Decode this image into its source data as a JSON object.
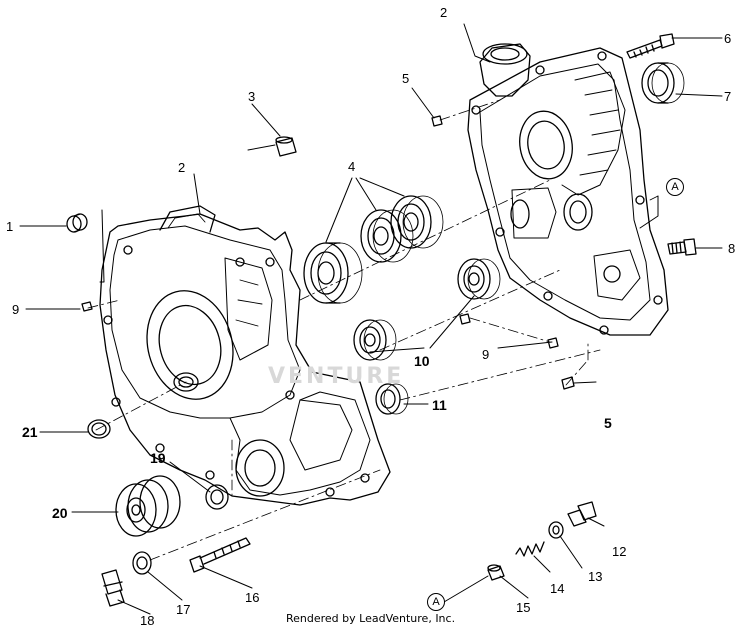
{
  "diagram": {
    "callouts": [
      {
        "id": "c1",
        "text": "1"
      },
      {
        "id": "c2a",
        "text": "2"
      },
      {
        "id": "c2b",
        "text": "2"
      },
      {
        "id": "c3",
        "text": "3"
      },
      {
        "id": "c4",
        "text": "4"
      },
      {
        "id": "c5a",
        "text": "5"
      },
      {
        "id": "c5b",
        "text": "5"
      },
      {
        "id": "c6",
        "text": "6"
      },
      {
        "id": "c7",
        "text": "7"
      },
      {
        "id": "c8",
        "text": "8"
      },
      {
        "id": "c9a",
        "text": "9"
      },
      {
        "id": "c9b",
        "text": "9"
      },
      {
        "id": "c10",
        "text": "10"
      },
      {
        "id": "c11",
        "text": "11"
      },
      {
        "id": "c12",
        "text": "12"
      },
      {
        "id": "c13",
        "text": "13"
      },
      {
        "id": "c14",
        "text": "14"
      },
      {
        "id": "c15",
        "text": "15"
      },
      {
        "id": "c16",
        "text": "16"
      },
      {
        "id": "c17",
        "text": "17"
      },
      {
        "id": "c18",
        "text": "18"
      },
      {
        "id": "c19",
        "text": "19"
      },
      {
        "id": "c20",
        "text": "20"
      },
      {
        "id": "c21",
        "text": "21"
      }
    ],
    "markers": [
      {
        "id": "mA1",
        "text": "A"
      },
      {
        "id": "mA2",
        "text": "A"
      }
    ],
    "credit": "Rendered by LeadVenture, Inc.",
    "watermark": "VENTURE"
  }
}
